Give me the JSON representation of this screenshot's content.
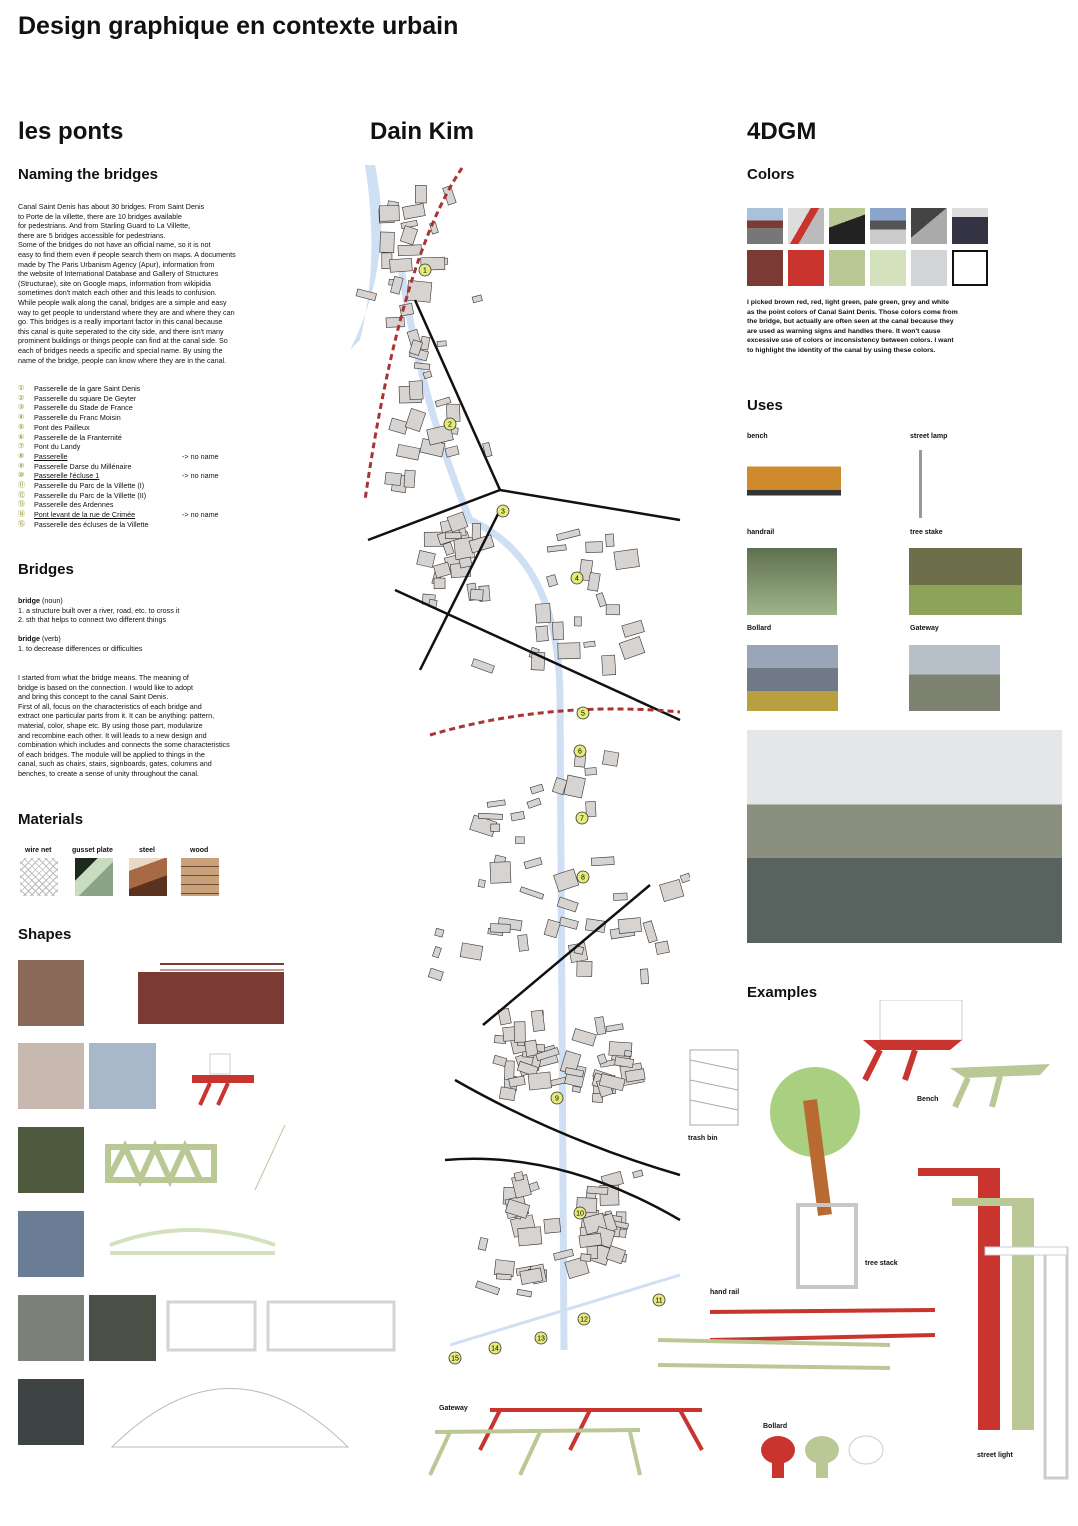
{
  "title": "Design graphique en contexte urbain",
  "columns": {
    "left": "les ponts",
    "center": "Dain Kim",
    "right": "4DGM"
  },
  "naming": {
    "heading": "Naming the bridges",
    "text": "Canal Saint Denis has about 30 bridges. From Saint Denis\nto Porte de la villette, there are 10 bridges available\nfor pedestrians. And from Starling Guard to La Villette,\nthere are 5 bridges accessible for pedestrians.\n        Some of the bridges do not have an official name, so it is not\neasy to find them even if people search them on maps. A documents\nmade by The Paris Urbanism Agency (Apur), information from\nthe website of International Database and Gallery of Structures\n(Structurae), site on Google maps, information from wikipidia\nsometimes don't match each other and this leads to confusion.\nWhile people walk along the canal, bridges are a simple and easy\nway to get people to understand where they are and where they can\ngo. This bridges is a really important factor in this canal because\nthis canal is quite seperated to the city side, and there isn't many\nprominent buildings or things people can find at the canal side. So\neach of bridges needs a specific and special name. By using the\nname of the bridge, people can know where they are in the canal.",
    "bridges": [
      {
        "n": "①",
        "name": "Passerelle de la gare Saint Denis",
        "note": ""
      },
      {
        "n": "②",
        "name": "Passerelle du square De Geyter",
        "note": ""
      },
      {
        "n": "③",
        "name": "Passerelle du Stade de France",
        "note": ""
      },
      {
        "n": "④",
        "name": "Passerelle du Franc Moisin",
        "note": ""
      },
      {
        "n": "⑤",
        "name": "Pont des Pailleux",
        "note": ""
      },
      {
        "n": "⑥",
        "name": "Passerelle de la Franternité",
        "note": ""
      },
      {
        "n": "⑦",
        "name": "Pont du Landy",
        "note": ""
      },
      {
        "n": "⑧",
        "name": "Passerelle",
        "note": "-> no name"
      },
      {
        "n": "⑨",
        "name": "Passerelle Darse du Millénaire",
        "note": ""
      },
      {
        "n": "⑩",
        "name": "Passerelle l'écluse 1",
        "note": "-> no name"
      },
      {
        "n": "⑪",
        "name": "Passerelle du Parc de la Villette (I)",
        "note": ""
      },
      {
        "n": "⑫",
        "name": "Passerelle du Parc de la Villette (II)",
        "note": ""
      },
      {
        "n": "⑬",
        "name": "Passerelle des Ardennes",
        "note": ""
      },
      {
        "n": "⑭",
        "name": "Pont levant de la rue de Crimée",
        "note": "-> no name"
      },
      {
        "n": "⑮",
        "name": "Passerelle des écluses de la Villette",
        "note": ""
      }
    ]
  },
  "bridges_def": {
    "heading": "Bridges",
    "noun_word": "bridge",
    "noun_type": " (noun)",
    "noun_1": "1. a structure built over a river, road, etc. to cross it",
    "noun_2": "2. sth that helps to connect two different things",
    "verb_word": "bridge",
    "verb_type": " (verb)",
    "verb_1": "1. to decrease differences or difficulties",
    "text": "I started from what the bridge means. The meaning of\nbridge is based on the connection. I would like to adopt\nand bring this concept to the canal Saint Denis.\n        First of all, focus on the characteristics of each bridge and\nextract one particular parts from it. It can be anything: pattern,\nmaterial, color, shape etc. By using those part, modularize\nand recombine each other. It will leads to a new design and\ncombination which includes and connects the some characteristics\nof each bridges. The module will be applied to things in the\ncanal, such as chairs, stairs, signboards, gates, columns and\nbenches, to create a sense of unity throughout the canal."
  },
  "materials": {
    "heading": "Materials",
    "items": [
      "wire net",
      "gusset plate",
      "steel",
      "wood"
    ]
  },
  "shapes": {
    "heading": "Shapes"
  },
  "map": {
    "markers": [
      "1",
      "2",
      "3",
      "4",
      "5",
      "6",
      "7",
      "8",
      "9",
      "10",
      "11",
      "12",
      "13",
      "14",
      "15"
    ]
  },
  "colors": {
    "heading": "Colors",
    "swatches": [
      "#7b3a33",
      "#c9342f",
      "#bac896",
      "#d3e2bc",
      "#d2d4d5",
      "#ffffff"
    ],
    "text": "I picked brown red, red, light green, pale green, grey and white\nas the point colors of Canal Saint Denis. Those colors come from\nthe bridge, but actually are often seen at the canal because they\nare used as warning signs and handles there. It won't cause\nexcessive use of colors or inconsistency between colors. I want\nto highlight the identity of the canal by using these colors."
  },
  "uses": {
    "heading": "Uses",
    "items": [
      "bench",
      "street lamp",
      "handrail",
      "tree stake",
      "Bollard",
      "Gateway"
    ]
  },
  "examples": {
    "heading": "Examples",
    "items": [
      "trash bin",
      "Bench",
      "tree stack",
      "hand rail",
      "Gateway",
      "Bollard",
      "street light"
    ]
  }
}
